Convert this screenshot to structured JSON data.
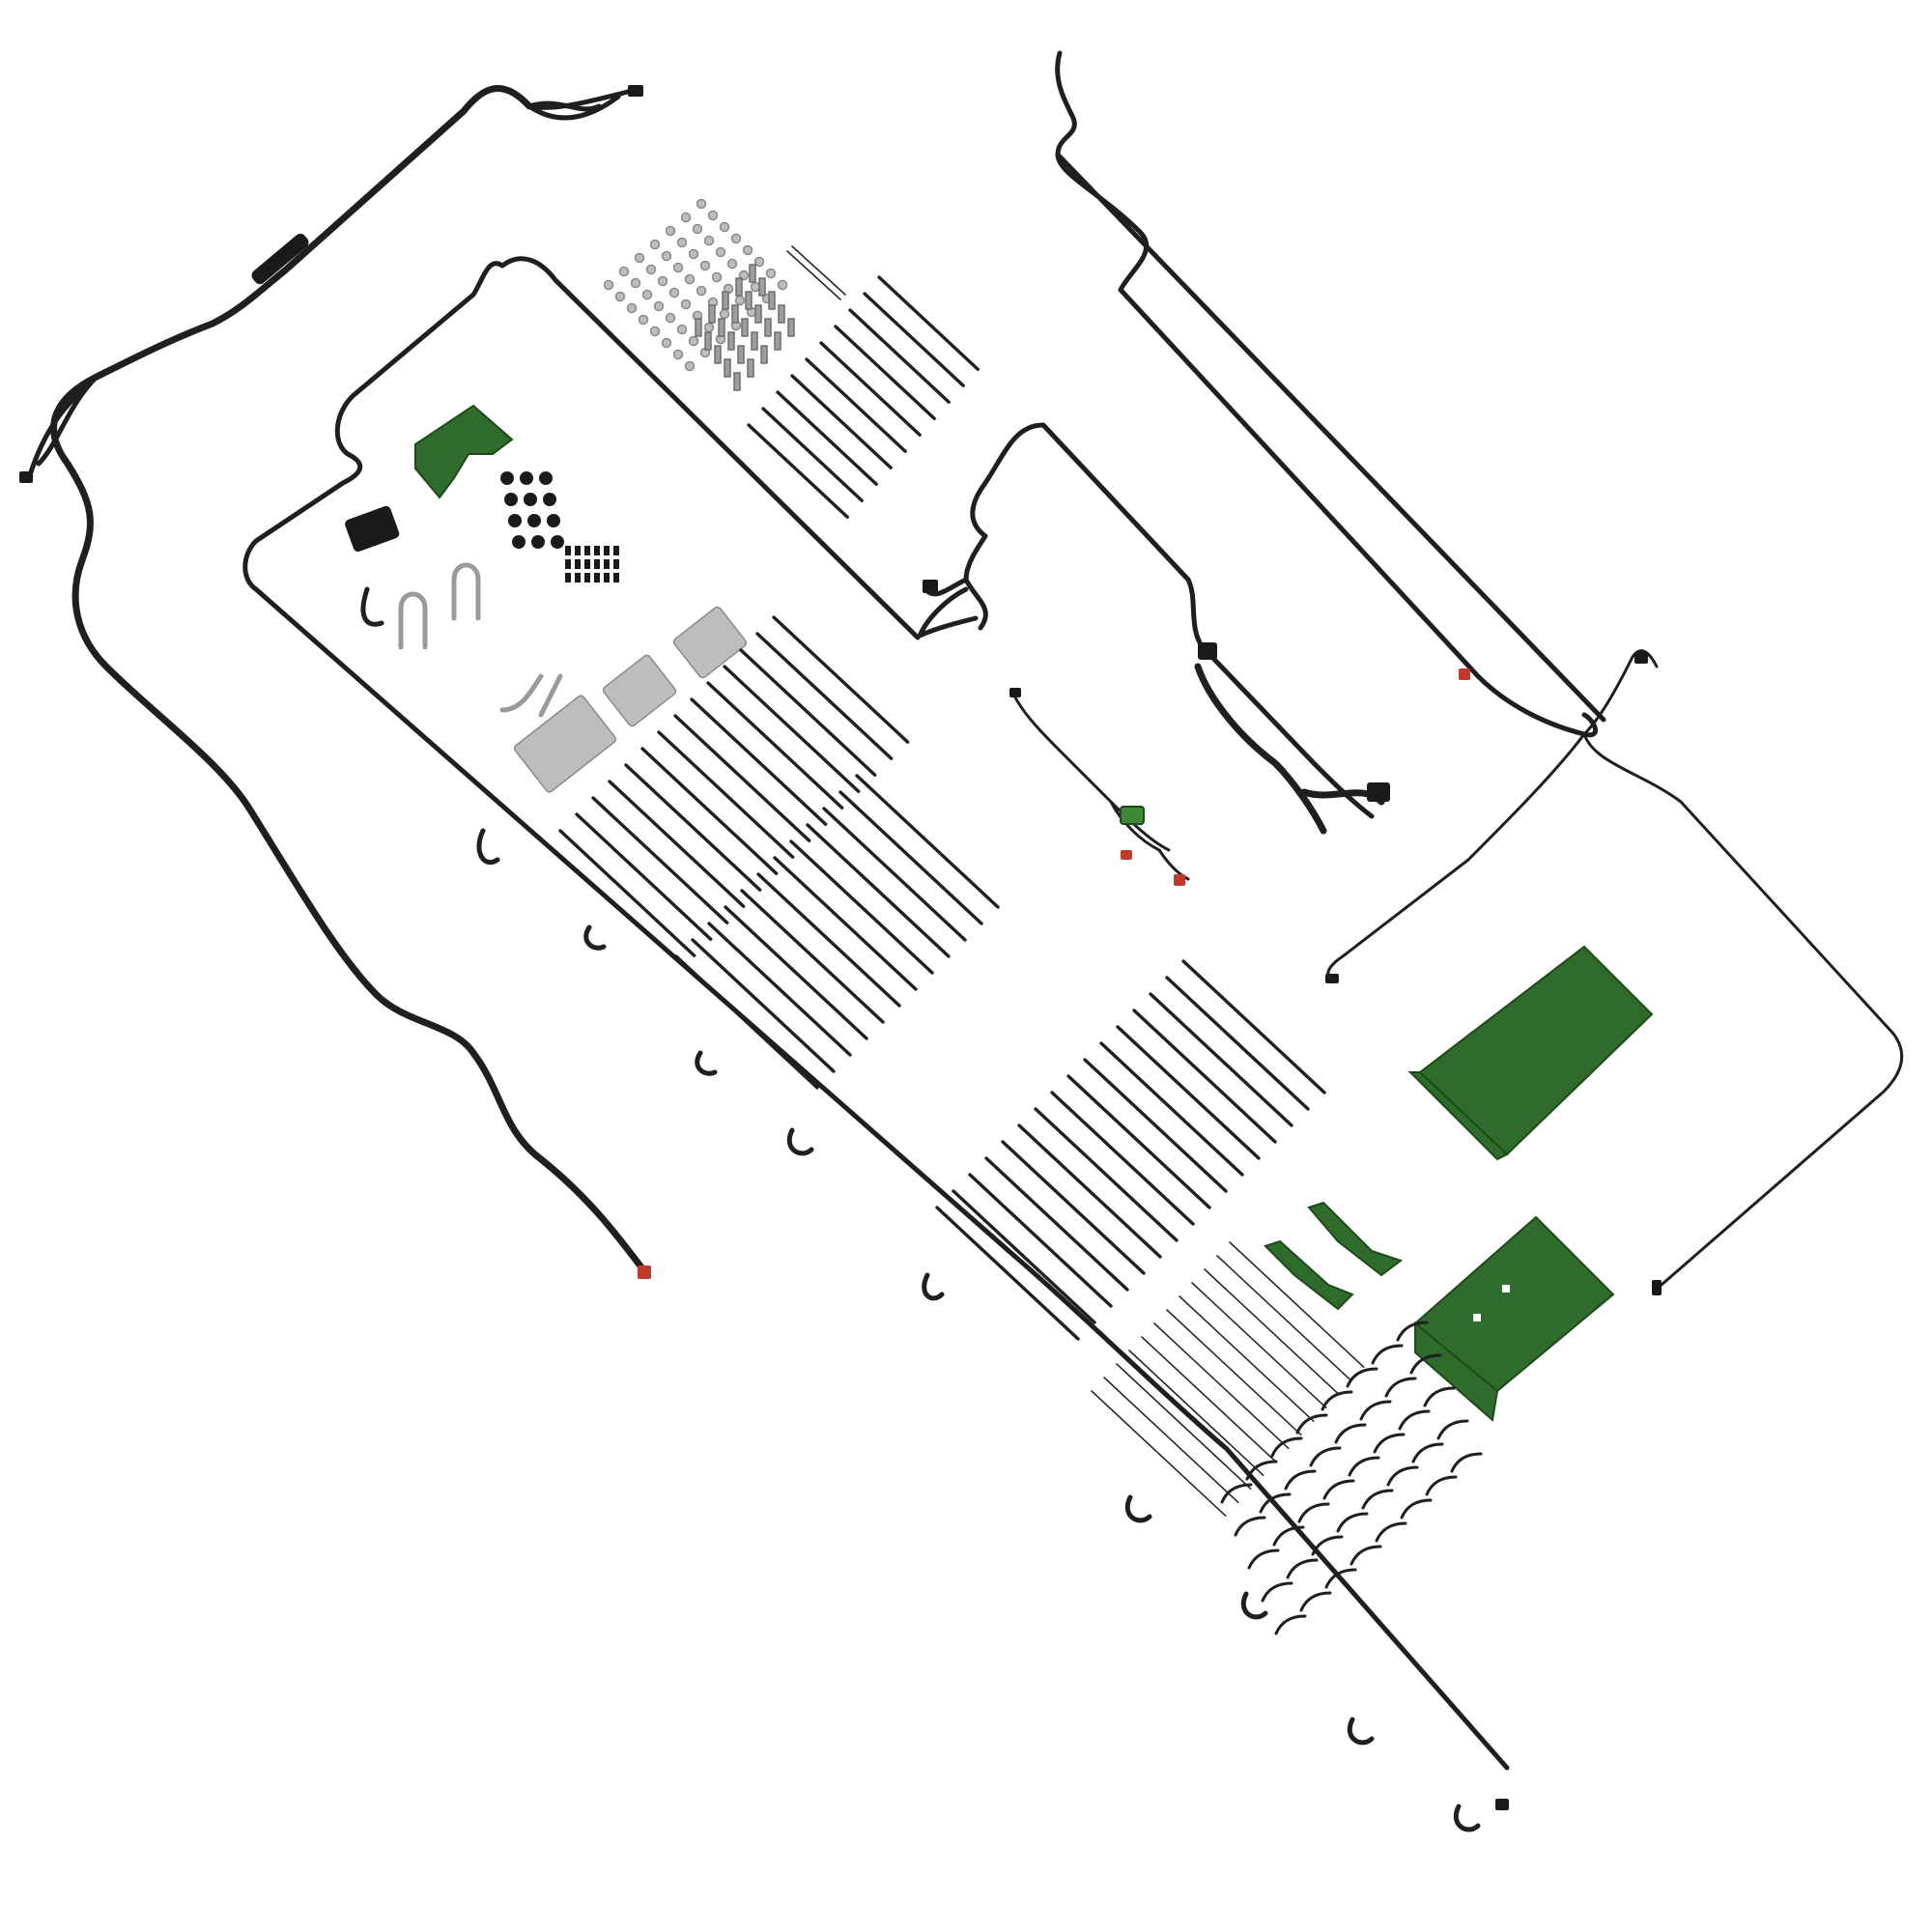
{
  "colors": {
    "background": "#ffffff",
    "harness": "#1f1f1f",
    "bracket_green": "#2f6b2a",
    "hardware_metal": "#bdbdbd",
    "accent_red": "#c0392b"
  },
  "parts": {
    "main_harness": "wiring-harness",
    "long_harness": "wiring-harness",
    "upper_right_harness": "wiring-harness",
    "right_harness": "wiring-harness",
    "center_harness": "wiring-harness",
    "small_harness": "wiring-harness",
    "bracket_top": "green-bracket",
    "shield_plate": "green-shield-plate",
    "mounting_plate": "green-mounting-plate",
    "small_brackets": "green-bracket",
    "control_modules": "control-module",
    "u_bolts": "u-bolt",
    "cable_ties": "cable-tie",
    "fasteners": "fastener-kit",
    "clips": "wire-clip"
  },
  "counts": {
    "cable_ties_group_a": 10,
    "cable_ties_group_b": 14,
    "cable_ties_group_c": 12,
    "cable_ties_group_d": 16,
    "cable_ties_group_e": 12,
    "wire_clips": 40
  }
}
